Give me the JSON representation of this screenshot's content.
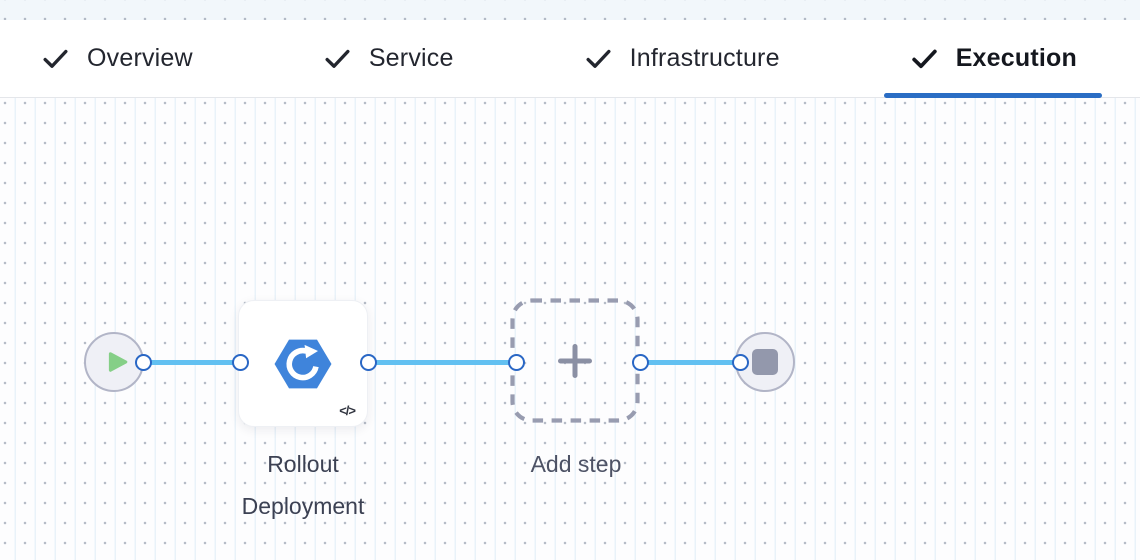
{
  "header": {
    "tabs": [
      {
        "label": "Overview",
        "checked": true,
        "active": false
      },
      {
        "label": "Service",
        "checked": true,
        "active": false
      },
      {
        "label": "Infrastructure",
        "checked": true,
        "active": false
      },
      {
        "label": "Execution",
        "checked": true,
        "active": true
      }
    ]
  },
  "canvas": {
    "start_node": {
      "icon": "play-icon"
    },
    "steps": [
      {
        "label": "Rollout Deployment",
        "icon": "rolling-deployment-hexagon-icon",
        "badge": "</>"
      }
    ],
    "add_step": {
      "label": "Add step",
      "icon": "plus-icon"
    },
    "end_node": {
      "icon": "stop-icon"
    }
  },
  "colors": {
    "active_tab_underline": "#2a6dc4",
    "connector_line": "#62c0f1",
    "port_ring": "#2a67c5",
    "step_icon_blue": "#3f84db",
    "play_green": "#85cf87",
    "stop_gray": "#9398ac",
    "grid_dot": "#b6bcc7",
    "grid_line": "#e9f2f9",
    "top_strip_bg": "#f2f7fb"
  }
}
